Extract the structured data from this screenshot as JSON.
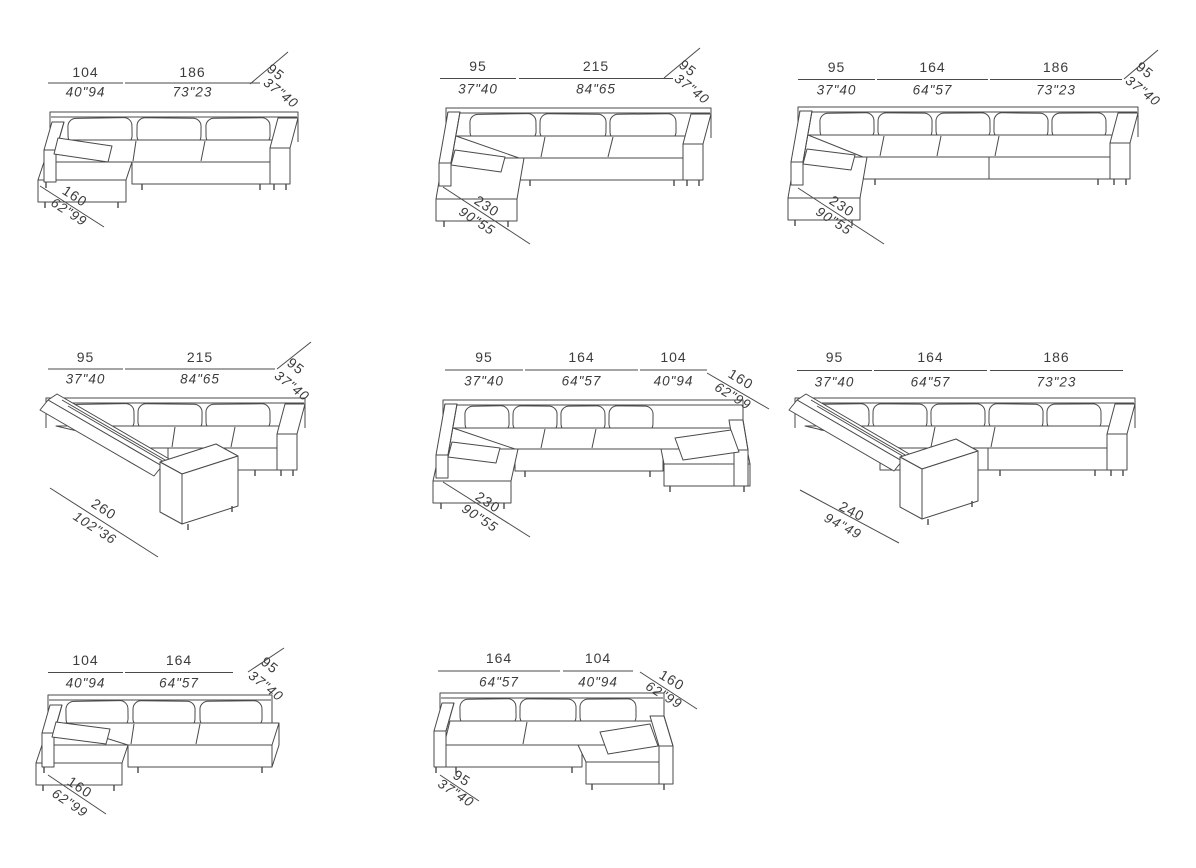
{
  "sheet": {
    "background": "#ffffff",
    "line_color": "#4a4a4a",
    "text_color": "#3c3c3c",
    "units": [
      "cm",
      "inches"
    ]
  },
  "sofas": [
    {
      "name": "chaise-longue-left-sofa",
      "top": [
        {
          "cm": "104",
          "inch": "40\"94"
        },
        {
          "cm": "186",
          "inch": "73\"23"
        }
      ],
      "right_diag": {
        "cm": "95",
        "inch": "37\"40"
      },
      "left_diag": {
        "cm": "160",
        "inch": "62\"99"
      }
    },
    {
      "name": "long-chaise-left-sofa",
      "top": [
        {
          "cm": "95",
          "inch": "37\"40"
        },
        {
          "cm": "215",
          "inch": "84\"65"
        }
      ],
      "right_diag": {
        "cm": "95",
        "inch": "37\"40"
      },
      "left_diag": {
        "cm": "230",
        "inch": "90\"55"
      }
    },
    {
      "name": "long-chaise-left-three-seat-sofa",
      "top": [
        {
          "cm": "95",
          "inch": "37\"40"
        },
        {
          "cm": "164",
          "inch": "64\"57"
        },
        {
          "cm": "186",
          "inch": "73\"23"
        }
      ],
      "right_diag": {
        "cm": "95",
        "inch": "37\"40"
      },
      "left_diag": {
        "cm": "230",
        "inch": "90\"55"
      }
    },
    {
      "name": "corner-sofa-260",
      "top": [
        {
          "cm": "95",
          "inch": "37\"40"
        },
        {
          "cm": "215",
          "inch": "84\"65"
        }
      ],
      "right_diag": {
        "cm": "95",
        "inch": "37\"40"
      },
      "left_diag": {
        "cm": "260",
        "inch": "102\"36"
      }
    },
    {
      "name": "double-chaise-u-sofa",
      "top": [
        {
          "cm": "95",
          "inch": "37\"40"
        },
        {
          "cm": "164",
          "inch": "64\"57"
        },
        {
          "cm": "104",
          "inch": "40\"94"
        }
      ],
      "right_diag": {
        "cm": "160",
        "inch": "62\"99"
      },
      "left_diag": {
        "cm": "230",
        "inch": "90\"55"
      }
    },
    {
      "name": "corner-sofa-240",
      "top": [
        {
          "cm": "95",
          "inch": "37\"40"
        },
        {
          "cm": "164",
          "inch": "64\"57"
        },
        {
          "cm": "186",
          "inch": "73\"23"
        }
      ],
      "right_diag": null,
      "left_diag": {
        "cm": "240",
        "inch": "94\"49"
      }
    },
    {
      "name": "chaise-left-open-end-sofa",
      "top": [
        {
          "cm": "104",
          "inch": "40\"94"
        },
        {
          "cm": "164",
          "inch": "64\"57"
        }
      ],
      "right_diag": {
        "cm": "95",
        "inch": "37\"40"
      },
      "left_diag": {
        "cm": "160",
        "inch": "62\"99"
      }
    },
    {
      "name": "chaise-right-open-end-sofa",
      "top": [
        {
          "cm": "164",
          "inch": "64\"57"
        },
        {
          "cm": "104",
          "inch": "40\"94"
        }
      ],
      "right_diag": {
        "cm": "160",
        "inch": "62\"99"
      },
      "left_diag": {
        "cm": "95",
        "inch": "37\"40"
      }
    }
  ]
}
